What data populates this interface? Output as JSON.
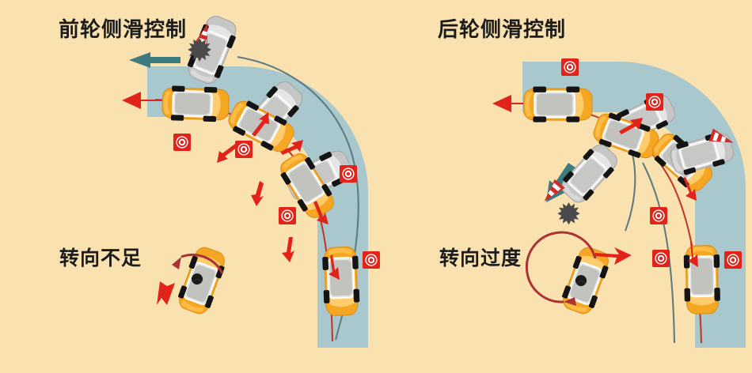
{
  "figure": {
    "background_color": "#fae2b0",
    "road_color": "#a8c8ce",
    "car_body_color": "#f5a623",
    "car_roof_color": "#c9c9c9",
    "tire_color": "#1a1a1a",
    "marker_color": "#e2231a",
    "arrow_red": "#e2231a",
    "arrow_teal": "#3d7b80",
    "trajectory_red": "#c0392b",
    "trajectory_gray": "#5d7d80",
    "burst_color": "#4a4a4a",
    "cone_red": "#d12d26"
  },
  "panels": [
    {
      "id": "front-skid",
      "title": "前轮侧滑控制",
      "sublabel": "转向不足",
      "cars": [
        {
          "label": "车辆-灰-1",
          "state": "uncontrolled"
        },
        {
          "label": "车辆-橙-1",
          "state": "controlled"
        },
        {
          "label": "车辆-灰-2",
          "state": "uncontrolled"
        },
        {
          "label": "车辆-橙-2",
          "state": "controlled"
        },
        {
          "label": "车辆-灰-3",
          "state": "uncontrolled"
        },
        {
          "label": "车辆-橙-3",
          "state": "controlled"
        },
        {
          "label": "车辆-橙-4",
          "state": "controlled"
        }
      ],
      "marker_count": 5,
      "has_cone": true,
      "has_burst": true,
      "has_teal_arrow": true
    },
    {
      "id": "rear-skid",
      "title": "后轮侧滑控制",
      "sublabel": "转向过度",
      "cars": [
        {
          "label": "车辆-橙-1",
          "state": "controlled"
        },
        {
          "label": "车辆-灰-1",
          "state": "uncontrolled"
        },
        {
          "label": "车辆-橙-2",
          "state": "controlled"
        },
        {
          "label": "车辆-灰-2",
          "state": "uncontrolled"
        },
        {
          "label": "车辆-橙-3",
          "state": "controlled"
        },
        {
          "label": "车辆-灰-3",
          "state": "uncontrolled"
        },
        {
          "label": "车辆-橙-4",
          "state": "controlled"
        }
      ],
      "marker_count": 5,
      "has_cone": true,
      "has_burst": true,
      "has_teal_arrow": true
    }
  ],
  "legend": {
    "understeer_label": "转向不足",
    "oversteer_label": "转向过度"
  },
  "icons": {
    "marker": "brake-target-icon",
    "cone": "traffic-cone-icon",
    "burst": "collision-burst-icon",
    "arrow_red": "red-force-arrow-icon",
    "arrow_teal": "teal-direction-arrow-icon",
    "rotation": "rotation-arc-icon",
    "yaw": "yaw-center-icon"
  }
}
